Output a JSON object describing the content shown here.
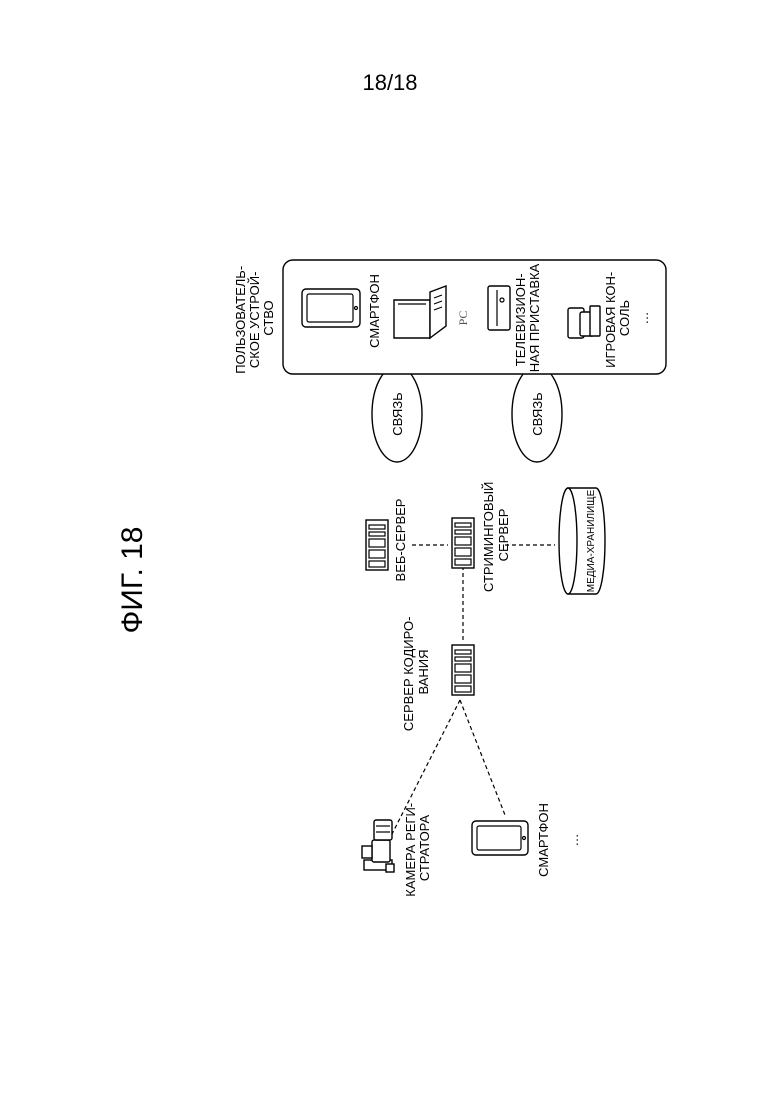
{
  "page_number": "18/18",
  "figure_title": "ФИГ. 18",
  "nodes": {
    "recording_camera": "КАМЕРА РЕГИ-|СТРАТОРА",
    "input_smartphone": "СМАРТФОН",
    "encoding_server": "СЕРВЕР КОДИРО-|ВАНИЯ",
    "web_server": "ВЕБ-СЕРВЕР",
    "streaming_server": "СТРИМИНГОВЫЙ|СЕРВЕР",
    "media_storage": "МЕДИА-ХРАНИЛИЩЕ",
    "link_1": "СВЯЗЬ",
    "link_2": "СВЯЗЬ",
    "user_device_group": "ПОЛЬЗОВАТЕЛЬ-|СКОЕ УСТРОЙ-|СТВО",
    "user_smartphone": "СМАРТФОН",
    "pc": "PC",
    "set_top_box": "ТЕЛЕВИЗИОН-|НАЯ ПРИСТАВКА",
    "game_console": "ИГРОВАЯ КОН-|СОЛЬ"
  },
  "ellipsis": "…"
}
